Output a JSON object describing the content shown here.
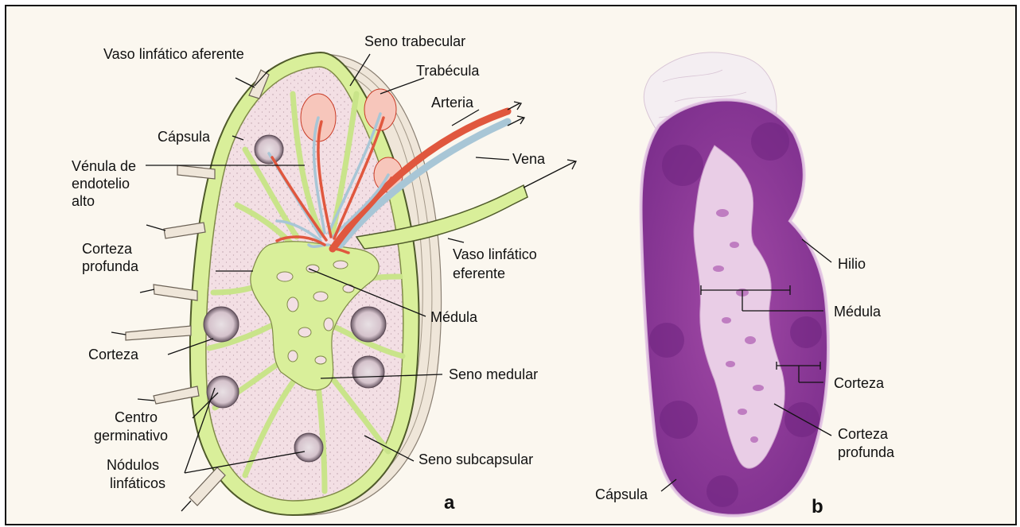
{
  "colors": {
    "background": "#fbf7ef",
    "sinus_green": "#d9ef9a",
    "cortex_pink": "#f3dfe4",
    "artery_red": "#e0573e",
    "vein_blue": "#a8c6d6",
    "stain_purple": "#8c3c9a",
    "medulla_pale": "#e9cde6"
  },
  "diagram_a": {
    "panel_letter": "a",
    "labels": {
      "vaso_aferente": "Vaso linfático aferente",
      "seno_trabecular": "Seno trabecular",
      "trabecula": "Trabécula",
      "arteria": "Arteria",
      "vena": "Vena",
      "capsula": "Cápsula",
      "venula_1": "Vénula de",
      "venula_2": "endotelio",
      "venula_3": "alto",
      "corteza_profunda_1": "Corteza",
      "corteza_profunda_2": "profunda",
      "vaso_eferente_1": "Vaso linfático",
      "vaso_eferente_2": "eferente",
      "medula": "Médula",
      "corteza": "Corteza",
      "seno_medular": "Seno medular",
      "centro_1": "Centro",
      "centro_2": "germinativo",
      "nodulos_1": "Nódulos",
      "nodulos_2": "linfáticos",
      "seno_subcapsular": "Seno subcapsular"
    }
  },
  "micrograph_b": {
    "panel_letter": "b",
    "labels": {
      "hilio": "Hilio",
      "medula": "Médula",
      "corteza": "Corteza",
      "corteza_profunda_1": "Corteza",
      "corteza_profunda_2": "profunda",
      "capsula": "Cápsula"
    }
  }
}
